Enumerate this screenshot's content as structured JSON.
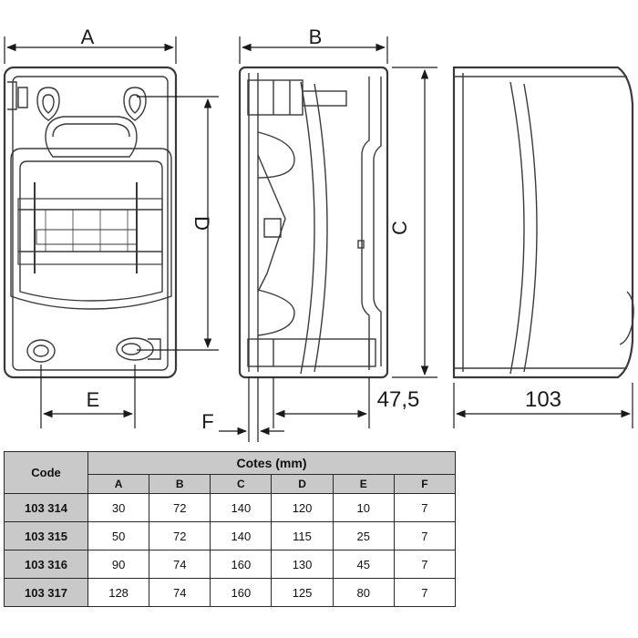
{
  "drawing": {
    "labels": {
      "A": "A",
      "B": "B",
      "C": "C",
      "D": "D",
      "E": "E",
      "F": "F",
      "depth": "47,5",
      "height": "103"
    }
  },
  "table": {
    "code_header": "Code",
    "group_header": "Cotes (mm)",
    "columns": [
      "A",
      "B",
      "C",
      "D",
      "E",
      "F"
    ],
    "rows": [
      {
        "code": "103 314",
        "values": [
          "30",
          "72",
          "140",
          "120",
          "10",
          "7"
        ]
      },
      {
        "code": "103 315",
        "values": [
          "50",
          "72",
          "140",
          "115",
          "25",
          "7"
        ]
      },
      {
        "code": "103 316",
        "values": [
          "90",
          "74",
          "160",
          "130",
          "45",
          "7"
        ]
      },
      {
        "code": "103 317",
        "values": [
          "128",
          "74",
          "160",
          "125",
          "80",
          "7"
        ]
      }
    ]
  }
}
